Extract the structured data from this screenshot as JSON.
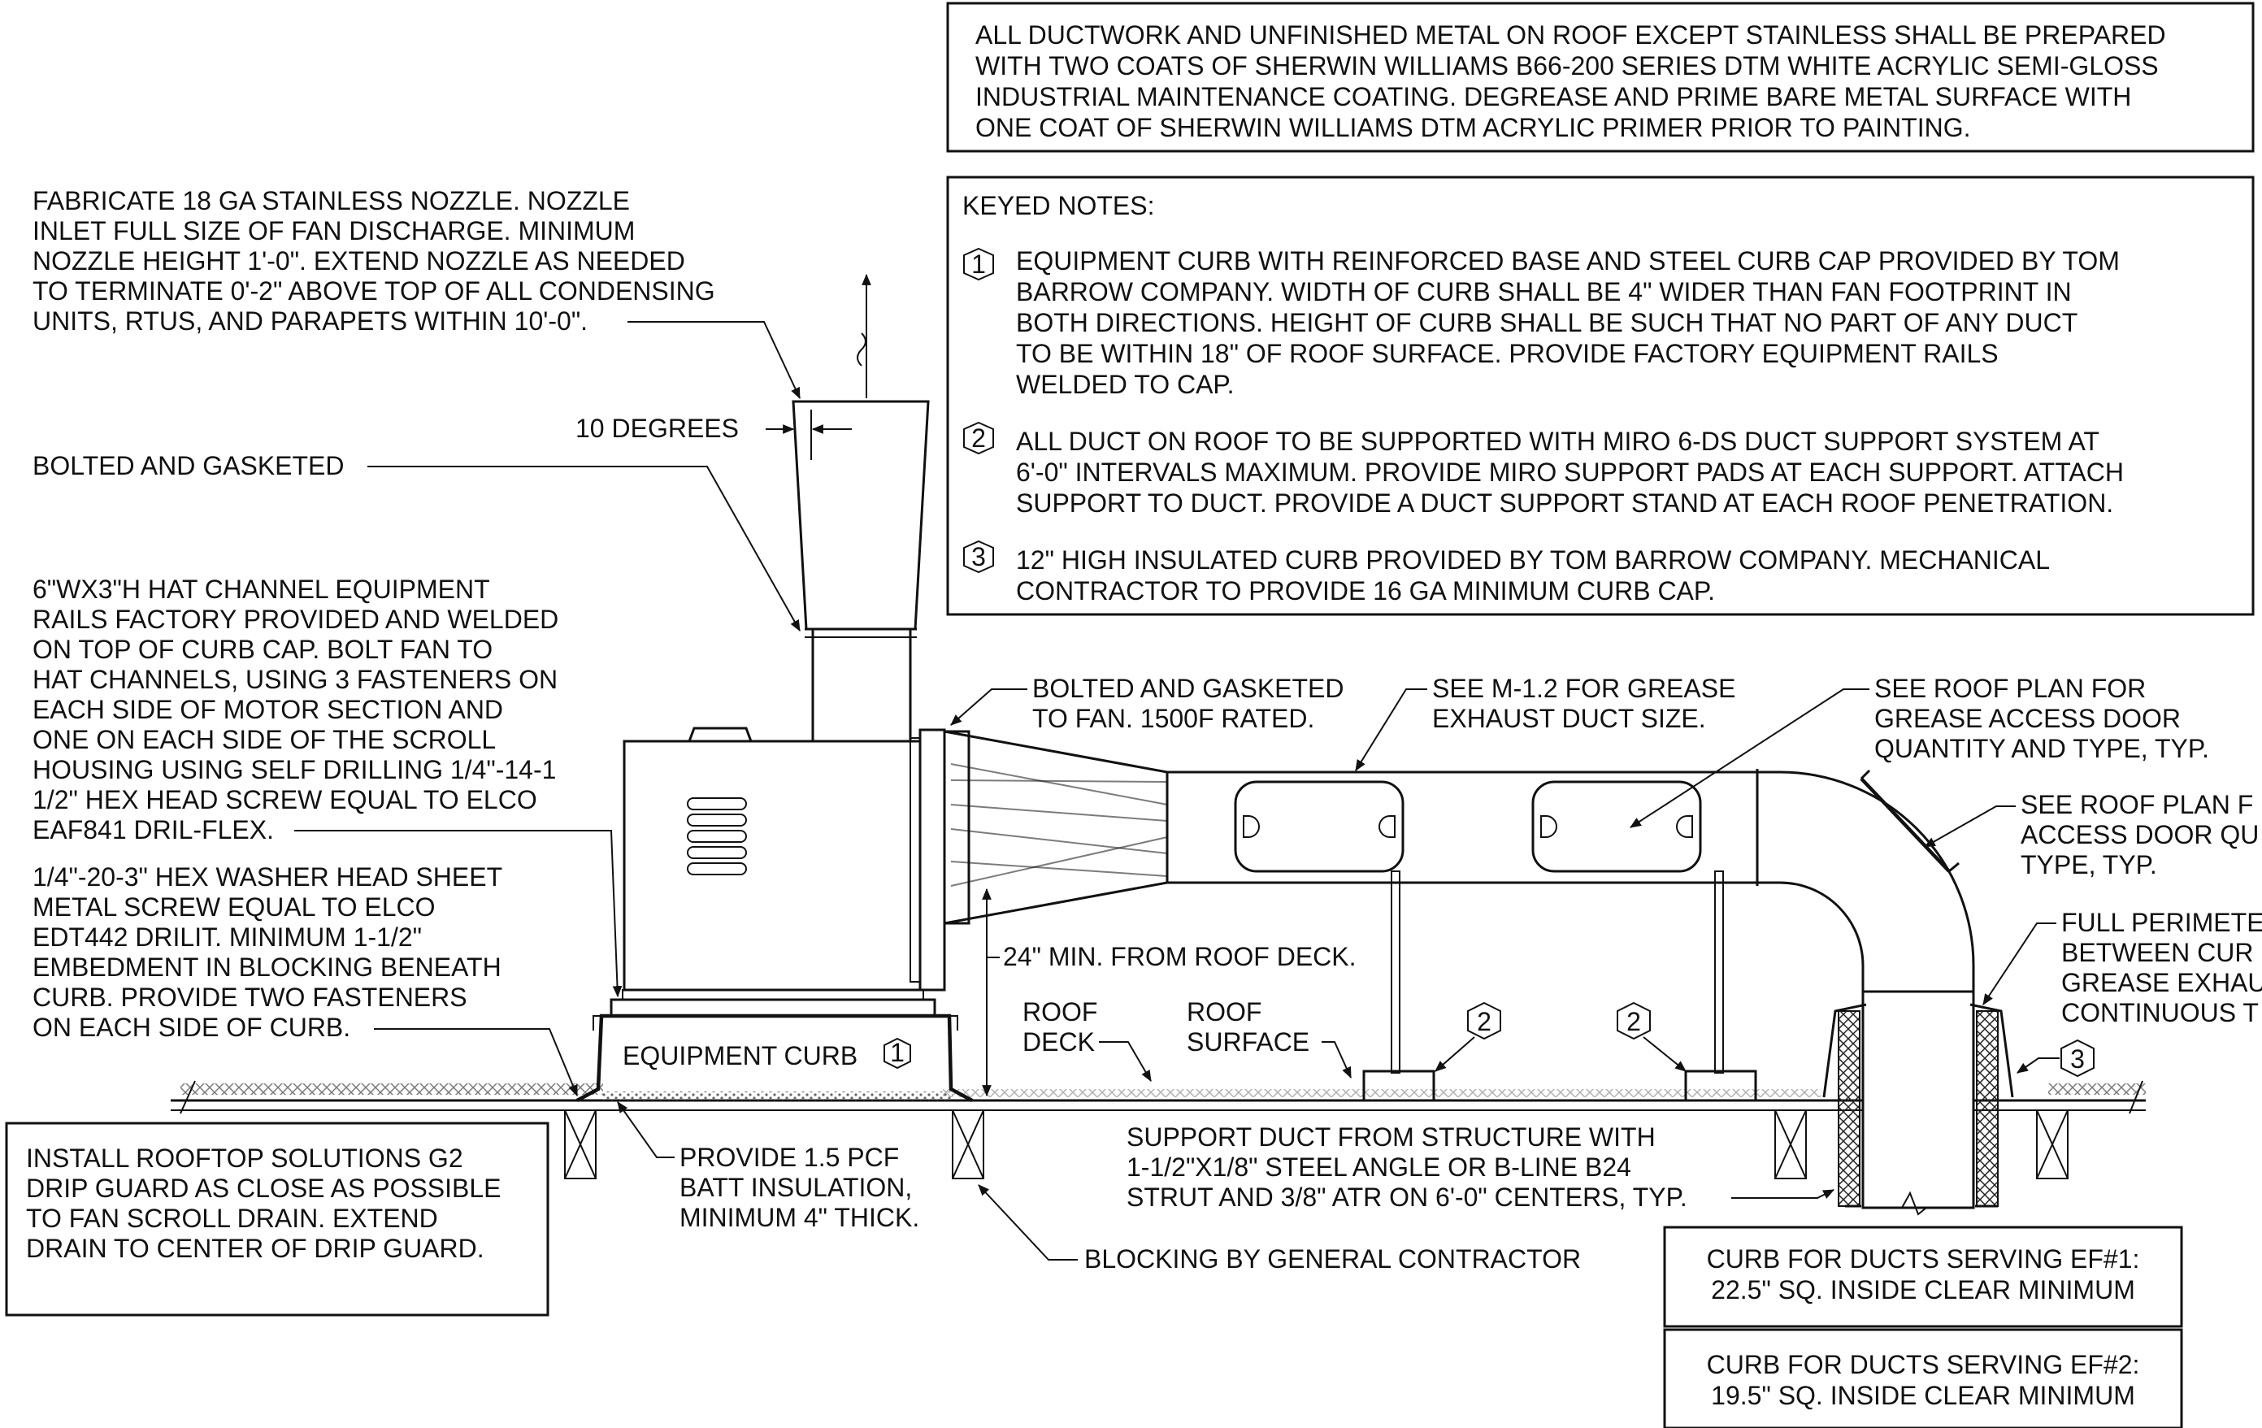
{
  "paint_note": [
    "ALL DUCTWORK AND UNFINISHED METAL ON ROOF EXCEPT STAINLESS SHALL BE PREPARED",
    "WITH TWO COATS OF SHERWIN WILLIAMS B66-200 SERIES DTM WHITE ACRYLIC SEMI-GLOSS",
    "INDUSTRIAL MAINTENANCE COATING.  DEGREASE AND PRIME BARE METAL SURFACE WITH",
    "ONE COAT OF SHERWIN WILLIAMS DTM ACRYLIC PRIMER PRIOR TO PAINTING."
  ],
  "keyed_notes": {
    "title": "KEYED NOTES:",
    "items": [
      {
        "number": "1",
        "lines": [
          "EQUIPMENT CURB WITH REINFORCED BASE AND STEEL CURB CAP PROVIDED BY TOM",
          "BARROW COMPANY.  WIDTH OF CURB SHALL BE 4\" WIDER THAN FAN FOOTPRINT IN",
          "BOTH DIRECTIONS.  HEIGHT OF CURB SHALL BE SUCH THAT NO PART OF ANY DUCT",
          "TO BE WITHIN 18\" OF ROOF SURFACE.  PROVIDE FACTORY EQUIPMENT RAILS",
          "WELDED TO CAP."
        ]
      },
      {
        "number": "2",
        "lines": [
          "ALL DUCT ON ROOF TO BE SUPPORTED WITH MIRO 6-DS DUCT SUPPORT SYSTEM AT",
          "6'-0\" INTERVALS MAXIMUM. PROVIDE MIRO SUPPORT PADS AT EACH SUPPORT.  ATTACH",
          "SUPPORT TO DUCT.  PROVIDE A DUCT SUPPORT STAND AT EACH ROOF PENETRATION."
        ]
      },
      {
        "number": "3",
        "lines": [
          "12\" HIGH INSULATED CURB PROVIDED BY TOM BARROW COMPANY.  MECHANICAL",
          "CONTRACTOR TO PROVIDE 16 GA MINIMUM CURB CAP."
        ]
      }
    ]
  },
  "labels": {
    "nozzle_note": [
      "FABRICATE 18 GA STAINLESS NOZZLE.  NOZZLE",
      "INLET FULL SIZE OF FAN DISCHARGE.  MINIMUM",
      "NOZZLE HEIGHT 1'-0\".   EXTEND NOZZLE AS NEEDED",
      "TO TERMINATE 0'-2\" ABOVE TOP OF ALL CONDENSING",
      "UNITS, RTUS, AND PARAPETS WITHIN 10'-0\"."
    ],
    "ten_degrees": "10 DEGREES",
    "bolted_gasketed": "BOLTED AND GASKETED",
    "hat_channel_note": [
      "6\"WX3\"H HAT CHANNEL EQUIPMENT",
      "RAILS FACTORY PROVIDED AND WELDED",
      "ON TOP OF CURB CAP.  BOLT FAN TO",
      "HAT CHANNELS, USING 3 FASTENERS ON",
      "EACH SIDE OF MOTOR SECTION AND",
      "ONE ON EACH SIDE OF THE SCROLL",
      "HOUSING USING SELF DRILLING 1/4\"-14-1",
      "1/2\" HEX HEAD SCREW EQUAL TO ELCO",
      "EAF841 DRIL-FLEX."
    ],
    "screw_note": [
      "1/4\"-20-3\" HEX WASHER HEAD SHEET",
      "METAL SCREW EQUAL TO ELCO",
      "EDT442 DRILIT.  MINIMUM 1-1/2\"",
      "EMBEDMENT IN BLOCKING BENEATH",
      "CURB.  PROVIDE TWO FASTENERS",
      "ON EACH SIDE OF CURB."
    ],
    "bolted_fan": [
      "BOLTED AND GASKETED",
      "TO FAN. 1500F RATED."
    ],
    "see_m12": [
      "SEE M-1.2 FOR GREASE",
      "EXHAUST DUCT SIZE."
    ],
    "see_roof_grease": [
      "SEE ROOF PLAN FOR",
      "GREASE ACCESS DOOR",
      "QUANTITY AND TYPE, TYP."
    ],
    "see_roof_access": [
      "SEE ROOF PLAN F",
      "ACCESS DOOR QU",
      "TYPE, TYP."
    ],
    "full_perimeter": [
      "FULL PERIMETE",
      "BETWEEN CUR",
      "GREASE EXHAU",
      "CONTINUOUS T"
    ],
    "min_roof_deck": "24\" MIN. FROM ROOF DECK.",
    "roof_deck": [
      "ROOF",
      "DECK"
    ],
    "roof_surface": [
      "ROOF",
      "SURFACE"
    ],
    "equipment_curb": "EQUIPMENT CURB",
    "curb_key": "1",
    "support_key_a": "2",
    "support_key_b": "2",
    "insulated_curb_key": "3",
    "batt_note": [
      "PROVIDE 1.5 PCF",
      "BATT INSULATION,",
      "MINIMUM 4\" THICK."
    ],
    "support_duct_note": [
      "SUPPORT DUCT FROM STRUCTURE WITH",
      "1-1/2\"X1/8\" STEEL ANGLE OR B-LINE B24",
      "STRUT AND 3/8\" ATR ON 6'-0\" CENTERS, TYP."
    ],
    "blocking": "BLOCKING BY GENERAL CONTRACTOR",
    "drip_guard_note": [
      "INSTALL ROOFTOP SOLUTIONS G2",
      "DRIP GUARD AS CLOSE AS POSSIBLE",
      "TO FAN SCROLL DRAIN.  EXTEND",
      "DRAIN TO CENTER OF DRIP GUARD."
    ],
    "curb_ef1": [
      "CURB FOR DUCTS SERVING EF#1:",
      "22.5\" SQ. INSIDE CLEAR MINIMUM"
    ],
    "curb_ef2": [
      "CURB FOR DUCTS SERVING EF#2:",
      "19.5\" SQ. INSIDE CLEAR MINIMUM"
    ]
  }
}
